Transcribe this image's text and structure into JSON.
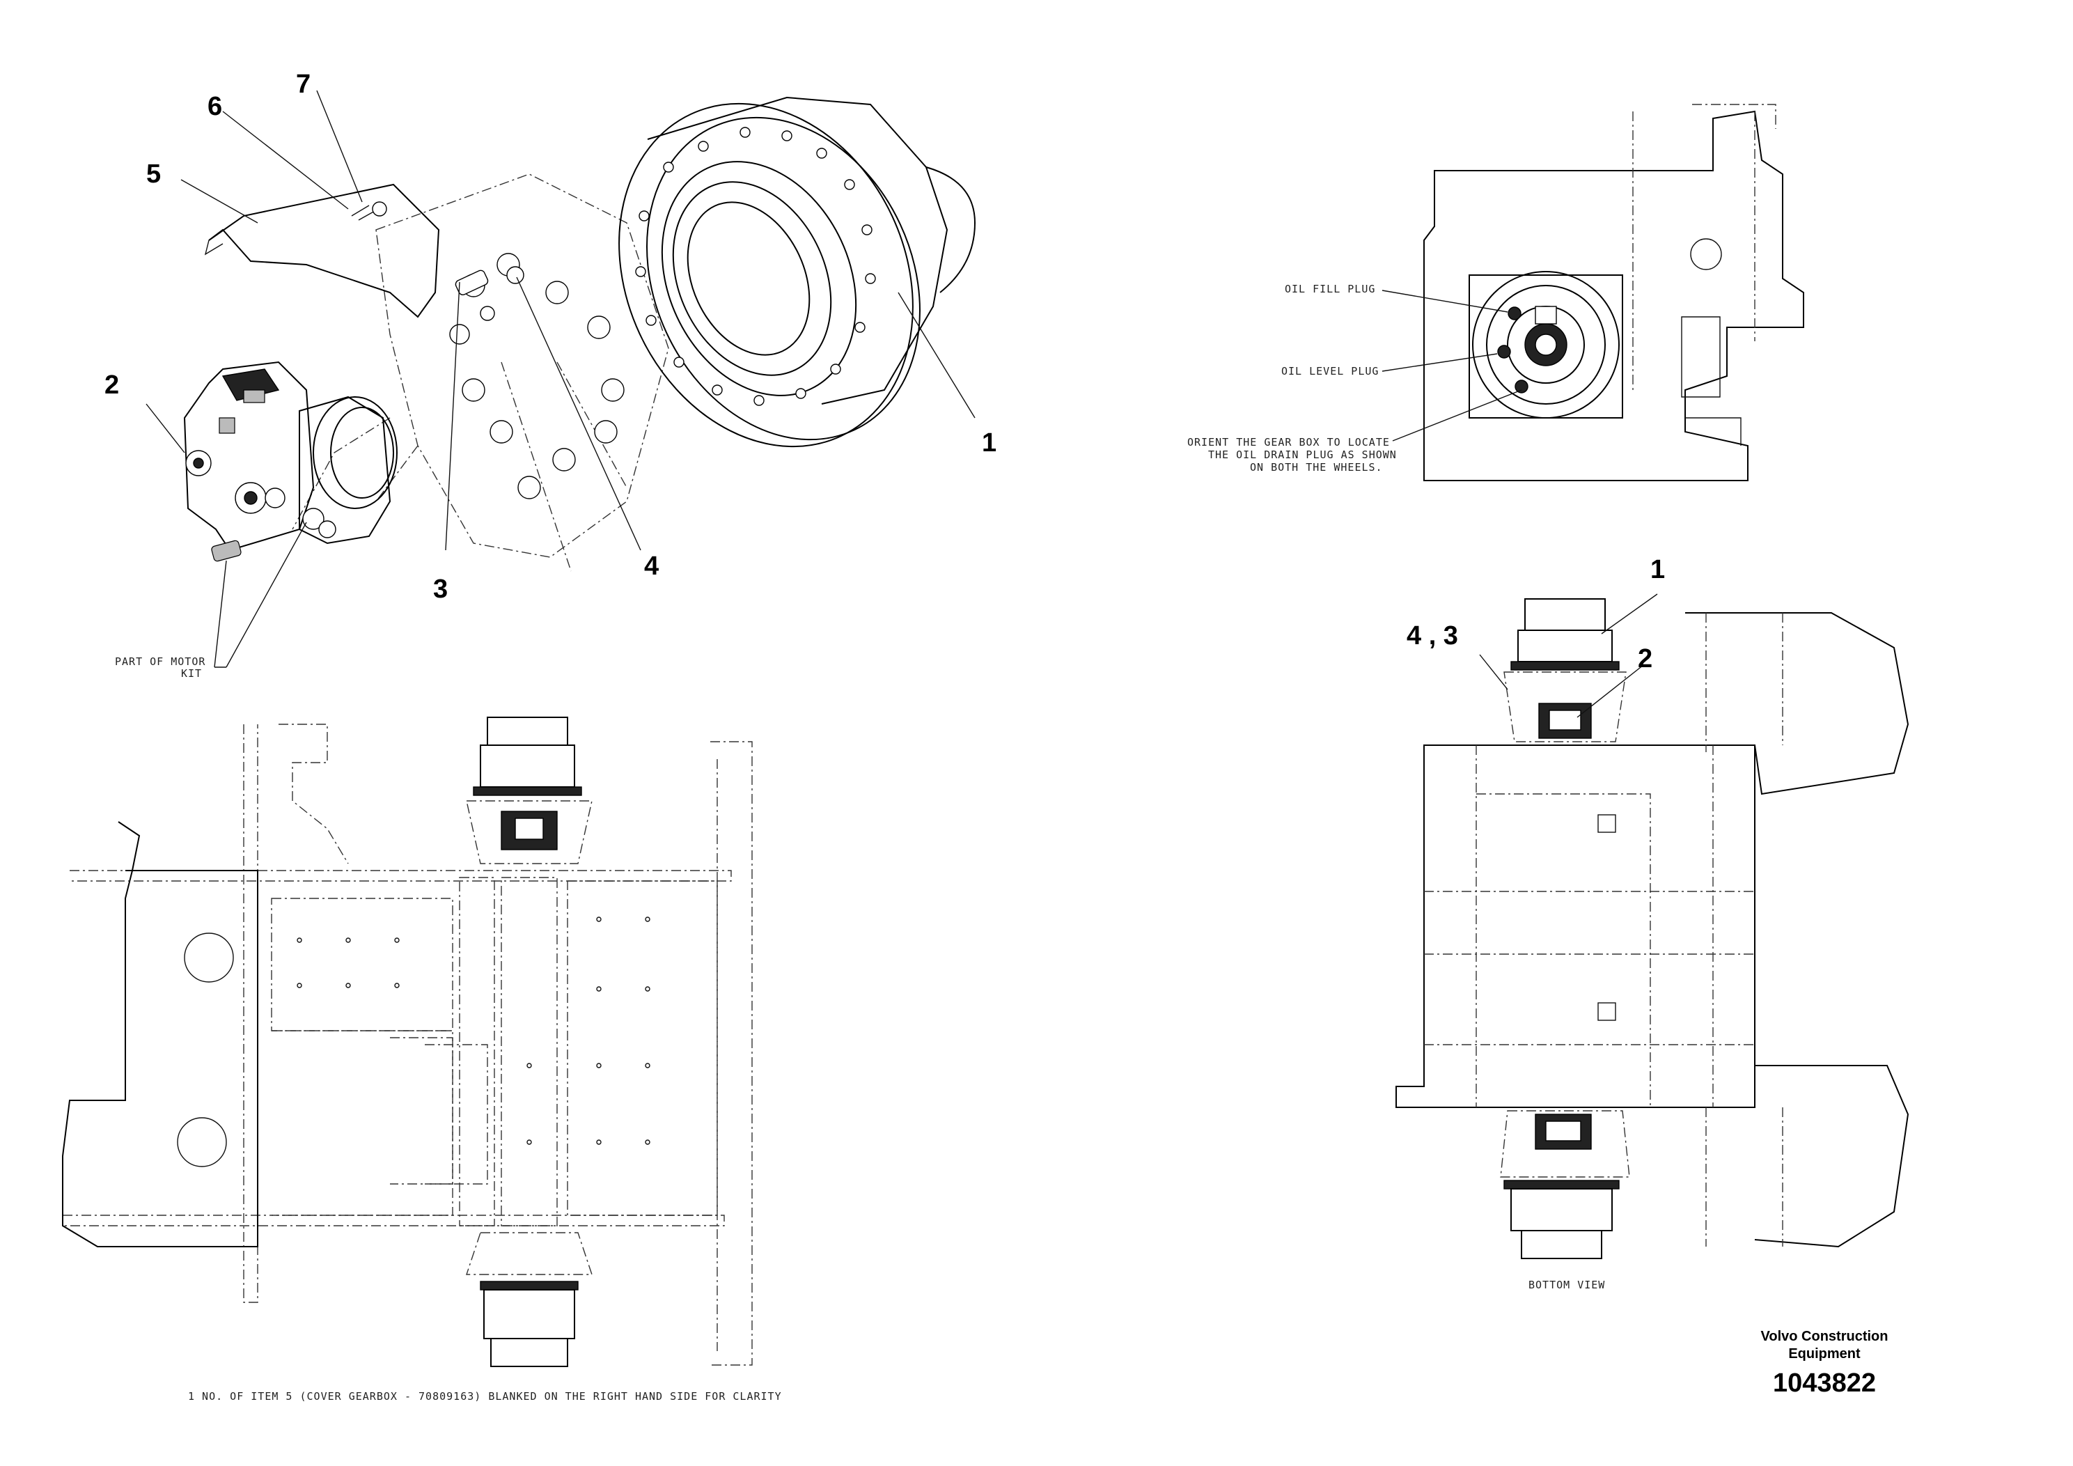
{
  "callouts": {
    "iso_1": "1",
    "iso_2": "2",
    "iso_3": "3",
    "iso_4": "4",
    "iso_5": "5",
    "iso_6": "6",
    "iso_7": "7",
    "bottom_1": "1",
    "bottom_2": "2",
    "bottom_43": "4 , 3"
  },
  "notes": {
    "part_of_motor_kit_line1": "PART OF MOTOR",
    "part_of_motor_kit_line2": "KIT",
    "oil_fill_plug": "OIL FILL PLUG",
    "oil_level_plug": "OIL LEVEL PLUG",
    "orient_line1": "ORIENT THE GEAR BOX TO LOCATE",
    "orient_line2": "THE OIL DRAIN PLUG AS SHOWN",
    "orient_line3": "ON BOTH THE WHEELS.",
    "bottom_view": "BOTTOM VIEW",
    "cover_note": "1 NO. OF ITEM 5 (COVER GEARBOX - 70809163) BLANKED ON THE RIGHT HAND SIDE FOR CLARITY"
  },
  "titleblock": {
    "brand_line1": "Volvo Construction",
    "brand_line2": "Equipment",
    "doc_number": "1043822"
  }
}
